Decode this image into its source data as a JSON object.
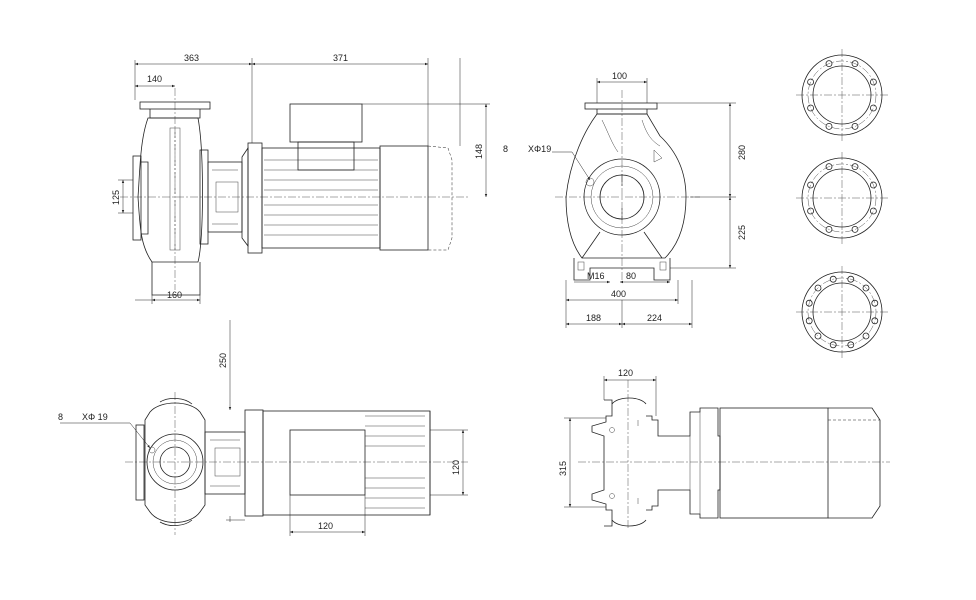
{
  "dimensions": {
    "side_overall": "363",
    "side_motor": "371",
    "side_suction_flange": "140",
    "side_shaft_height": "125",
    "side_motor_height": "148",
    "side_base": "160",
    "front_discharge": "100",
    "front_upper_height": "280",
    "front_lower_height": "225",
    "front_bolt_size": "M16",
    "front_foot_width": "80",
    "front_foot_span": "400",
    "front_left_half": "188",
    "front_right_half": "224",
    "top_height": "250",
    "top_motor_width": "120",
    "top_motor_length": "120",
    "back_flange": "120",
    "back_height": "315"
  },
  "annotations": {
    "front_holes_count": "8",
    "front_holes_dia": "XΦ19",
    "top_holes_count": "8",
    "top_holes_dia": "XΦ 19"
  },
  "flanges": [
    {
      "holes": 8
    },
    {
      "holes": 8
    },
    {
      "holes": 12
    }
  ]
}
